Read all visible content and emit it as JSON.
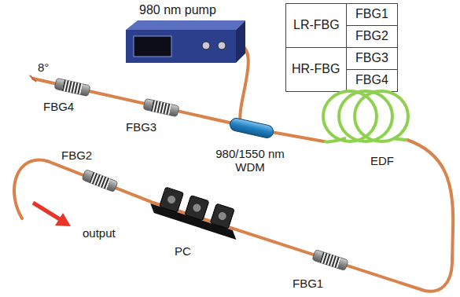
{
  "diagram": {
    "labels": [
      "980 nm pump",
      "LR-FBG",
      "FBG1",
      "FBG2",
      "HR-FBG",
      "FBG3",
      "FBG4",
      "8°",
      "FBG4",
      "FBG3",
      "980/1550 nm WDM",
      "EDF",
      "FBG2",
      "output",
      "PC",
      "FBG1"
    ]
  }
}
